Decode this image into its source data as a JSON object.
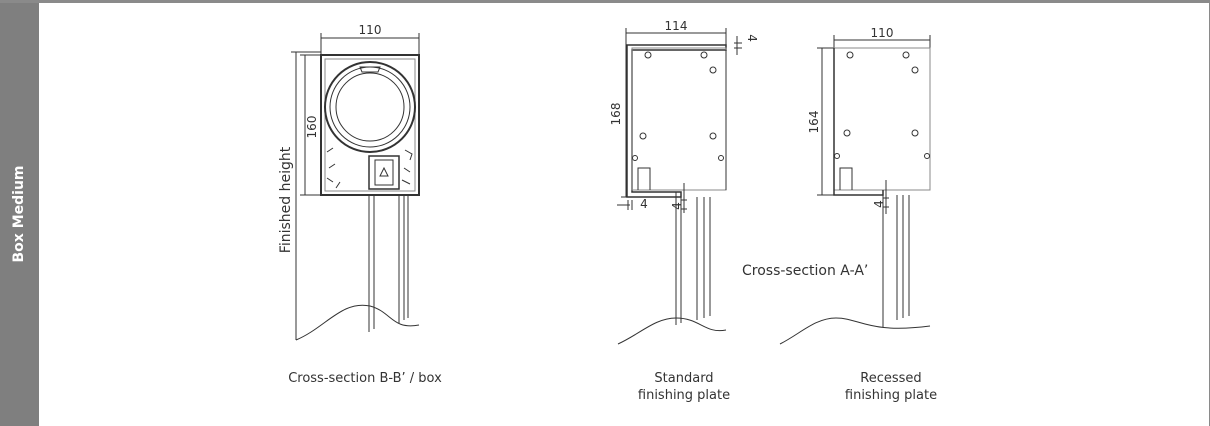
{
  "side_tab": {
    "label": "Box Medium"
  },
  "drawing1": {
    "dim_width": "110",
    "dim_height": "160",
    "dim_finished": "Finished height",
    "caption": "Cross-section B-B’ / box"
  },
  "drawing2": {
    "dim_width": "114",
    "dim_top": "4",
    "dim_height": "168",
    "dim_left": "4",
    "dim_bottom": "4",
    "caption_line1": "Standard",
    "caption_line2": "finishing plate"
  },
  "drawing3": {
    "dim_width": "110",
    "dim_height": "164",
    "dim_bottom": "4",
    "caption_line1": "Recessed",
    "caption_line2": "finishing plate"
  },
  "section_label": "Cross-section A-A’",
  "colors": {
    "tab": "#7f7f7f",
    "line": "#333333",
    "frame": "#8a8a8a"
  }
}
